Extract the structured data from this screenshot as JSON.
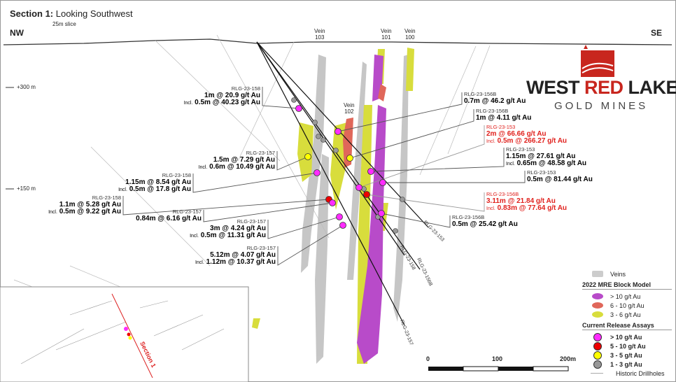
{
  "title": {
    "bold": "Section 1:",
    "rest": " Looking Southwest",
    "subtitle": "25m slice"
  },
  "directions": {
    "left": "NW",
    "right": "SE"
  },
  "veins": [
    {
      "label": "Vein",
      "num": "103"
    },
    {
      "label": "Vein",
      "num": "101"
    },
    {
      "label": "Vein",
      "num": "100"
    },
    {
      "label": "Vein",
      "num": "102"
    }
  ],
  "elevations": [
    "+300 m",
    "+150 m"
  ],
  "logo": {
    "word1": "WEST",
    "word2": "RED",
    "word3": "LAKE",
    "sub": "GOLD MINES",
    "red": "#c8261e"
  },
  "drillholes": [
    "RLG-23-153",
    "RLG-23-156B",
    "RLG-23-158",
    "RLG-23-157"
  ],
  "intercepts": [
    {
      "hole": "RLG-23-158",
      "main": "1m @ 20.9 g/t Au",
      "incl_label": "Incl.",
      "incl": "0.5m @ 40.23 g/t Au",
      "highlight": false
    },
    {
      "hole": "RLG-23-157",
      "main": "1.5m @ 7.29 g/t Au",
      "incl_label": "Incl.",
      "incl": "0.6m @ 10.49 g/t Au",
      "highlight": false
    },
    {
      "hole": "RLG-23-158",
      "main": "1.15m @ 8.54 g/t Au",
      "incl_label": "Incl.",
      "incl": "0.5m @ 17.8 g/t Au",
      "highlight": false
    },
    {
      "hole": "RLG-23-158",
      "main": "1.1m @ 5.28 g/t Au",
      "incl_label": "Incl.",
      "incl": "0.5m @ 9.22 g/t Au",
      "highlight": false
    },
    {
      "hole": "RLG-23-157",
      "main": "0.84m @ 6.16 g/t Au",
      "highlight": false
    },
    {
      "hole": "RLG-23-157",
      "main": "3m @ 4.24 g/t Au",
      "incl_label": "Incl.",
      "incl": "0.5m @ 11.31 g/t Au",
      "highlight": false
    },
    {
      "hole": "RLG-23-157",
      "main": "5.12m @ 4.07 g/t Au",
      "incl_label": "Incl.",
      "incl": "1.12m @ 10.37 g/t Au",
      "highlight": false
    },
    {
      "hole": "RLG-23-156B",
      "main": "0.7m @ 46.2 g/t Au",
      "highlight": false
    },
    {
      "hole": "RLG-23-156B",
      "main": "1m @ 4.11 g/t Au",
      "highlight": false
    },
    {
      "hole": "RLG-23-153",
      "main": "2m @ 66.66 g/t Au",
      "incl_label": "Incl.",
      "incl": "0.5m @ 266.27 g/t Au",
      "highlight": true
    },
    {
      "hole": "RLG-23-153",
      "main": "1.15m @ 27.61 g/t Au",
      "incl_label": "Incl.",
      "incl": "0.65m @ 48.58 g/t Au",
      "highlight": false
    },
    {
      "hole": "RLG-23-153",
      "main": "0.5m @ 81.44 g/t Au",
      "highlight": false
    },
    {
      "hole": "RLG-23-156B",
      "main": "3.11m @ 21.84 g/t Au",
      "incl_label": "Incl.",
      "incl": "0.83m @ 77.64 g/t Au",
      "highlight": true
    },
    {
      "hole": "RLG-23-156B",
      "main": "0.5m @ 25.42 g/t Au",
      "highlight": false
    }
  ],
  "legend": {
    "veins": "Veins",
    "block_model_title": "2022 MRE Block Model",
    "block_model": [
      {
        "label": "> 10 g/t Au",
        "color": "#b84bc9"
      },
      {
        "label": "6 - 10 g/t Au",
        "color": "#e0675a"
      },
      {
        "label": "3 - 6 g/t Au",
        "color": "#d8dd3c"
      }
    ],
    "assays_title": "Current Release Assays",
    "assays": [
      {
        "label": "> 10 g/t Au",
        "color": "#ff2bff"
      },
      {
        "label": "5 - 10 g/t Au",
        "color": "#ee0000"
      },
      {
        "label": "3 - 5 g/t Au",
        "color": "#ffff00"
      },
      {
        "label": "1 - 3 g/t Au",
        "color": "#999999"
      }
    ],
    "historic": "Historic Drillholes"
  },
  "scale": {
    "labels": [
      "0",
      "100",
      "200m"
    ]
  },
  "inset": {
    "section_label": "Section 1"
  }
}
